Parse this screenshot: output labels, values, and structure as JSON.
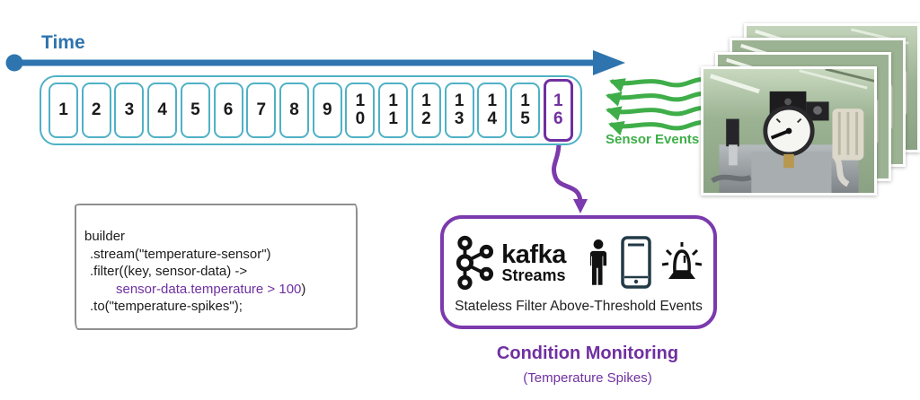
{
  "colors": {
    "time_blue": "#2e74ae",
    "track_teal": "#4fb1c5",
    "highlight_purple": "#7030a0",
    "box_border_purple": "#7b3aad",
    "sensor_green": "#3fae49",
    "code_text": "#1c1c1c"
  },
  "timeline": {
    "label": "Time",
    "cells": [
      "1",
      "2",
      "3",
      "4",
      "5",
      "6",
      "7",
      "8",
      "9",
      "10",
      "11",
      "12",
      "13",
      "14",
      "15",
      "16"
    ]
  },
  "sensor_events": {
    "label": "Sensor Events"
  },
  "code_block": {
    "line1": "builder",
    "line2": ".stream(\"temperature-sensor\")",
    "line3": ".filter((key, sensor-data) ->",
    "line4_highlight": "sensor-data.temperature > 100",
    "line4_suffix": ")",
    "line5": ".to(\"temperature-spikes\");"
  },
  "kafka_box": {
    "brand": "kafka",
    "brand_sub": "Streams",
    "caption": "Stateless Filter Above-Threshold Events"
  },
  "footer": {
    "title": "Condition Monitoring",
    "subtitle": "(Temperature Spikes)"
  }
}
